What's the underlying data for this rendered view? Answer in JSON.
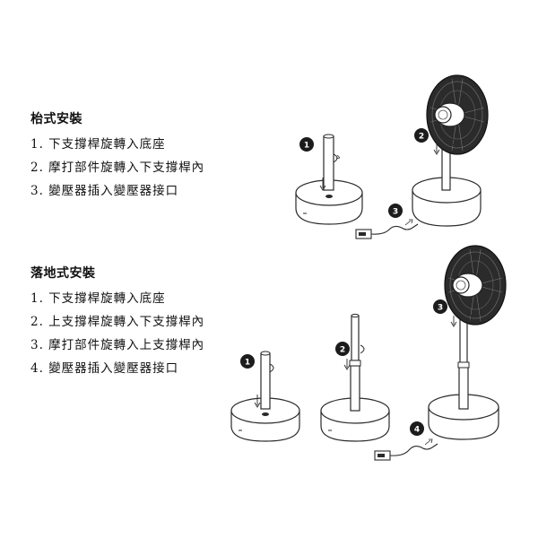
{
  "desk": {
    "title": "枱式安裝",
    "steps": [
      "1. 下支撐桿旋轉入底座",
      "2. 摩打部件旋轉入下支撐桿內",
      "3. 變壓器插入變壓器接口"
    ]
  },
  "floor": {
    "title": "落地式安裝",
    "steps": [
      "1. 下支撐桿旋轉入底座",
      "2. 上支撐桿旋轉入下支撐桿內",
      "3. 摩打部件旋轉入上支撐桿內",
      "4. 變壓器插入變壓器接口"
    ]
  },
  "badges": {
    "desk_1": "1",
    "desk_2": "2",
    "desk_3": "3",
    "floor_1": "1",
    "floor_2": "2",
    "floor_3": "3",
    "floor_4": "4"
  },
  "colors": {
    "line": "#2a2a2a",
    "badge": "#1c1c1c",
    "fan_dark": "#222222"
  }
}
